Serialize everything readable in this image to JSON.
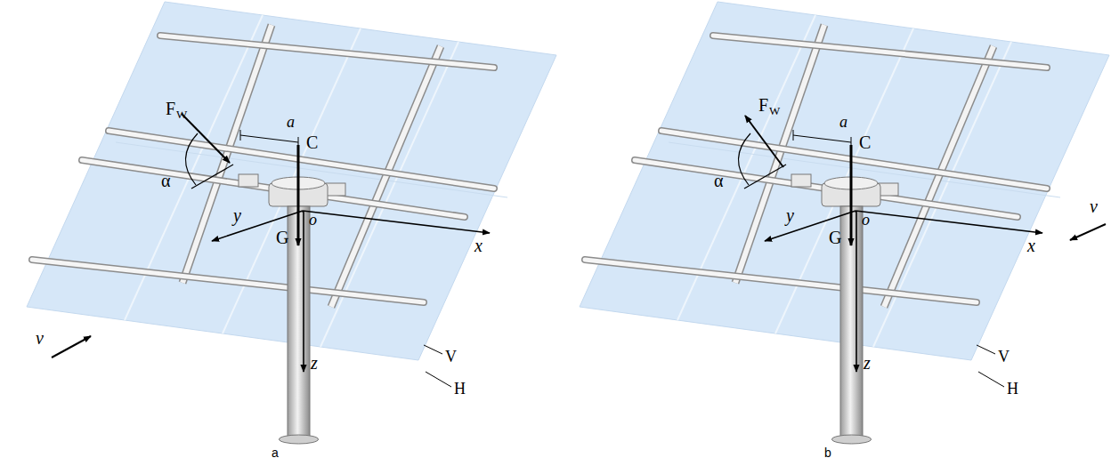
{
  "diagram": {
    "labels": [
      "F",
      "W",
      "α",
      "a",
      "C",
      "o",
      "x",
      "y",
      "G",
      "z",
      "V",
      "H",
      "v",
      "a",
      "F",
      "W",
      "α",
      "a",
      "C",
      "o",
      "x",
      "y",
      "G",
      "z",
      "V",
      "H",
      "v",
      "b"
    ]
  }
}
